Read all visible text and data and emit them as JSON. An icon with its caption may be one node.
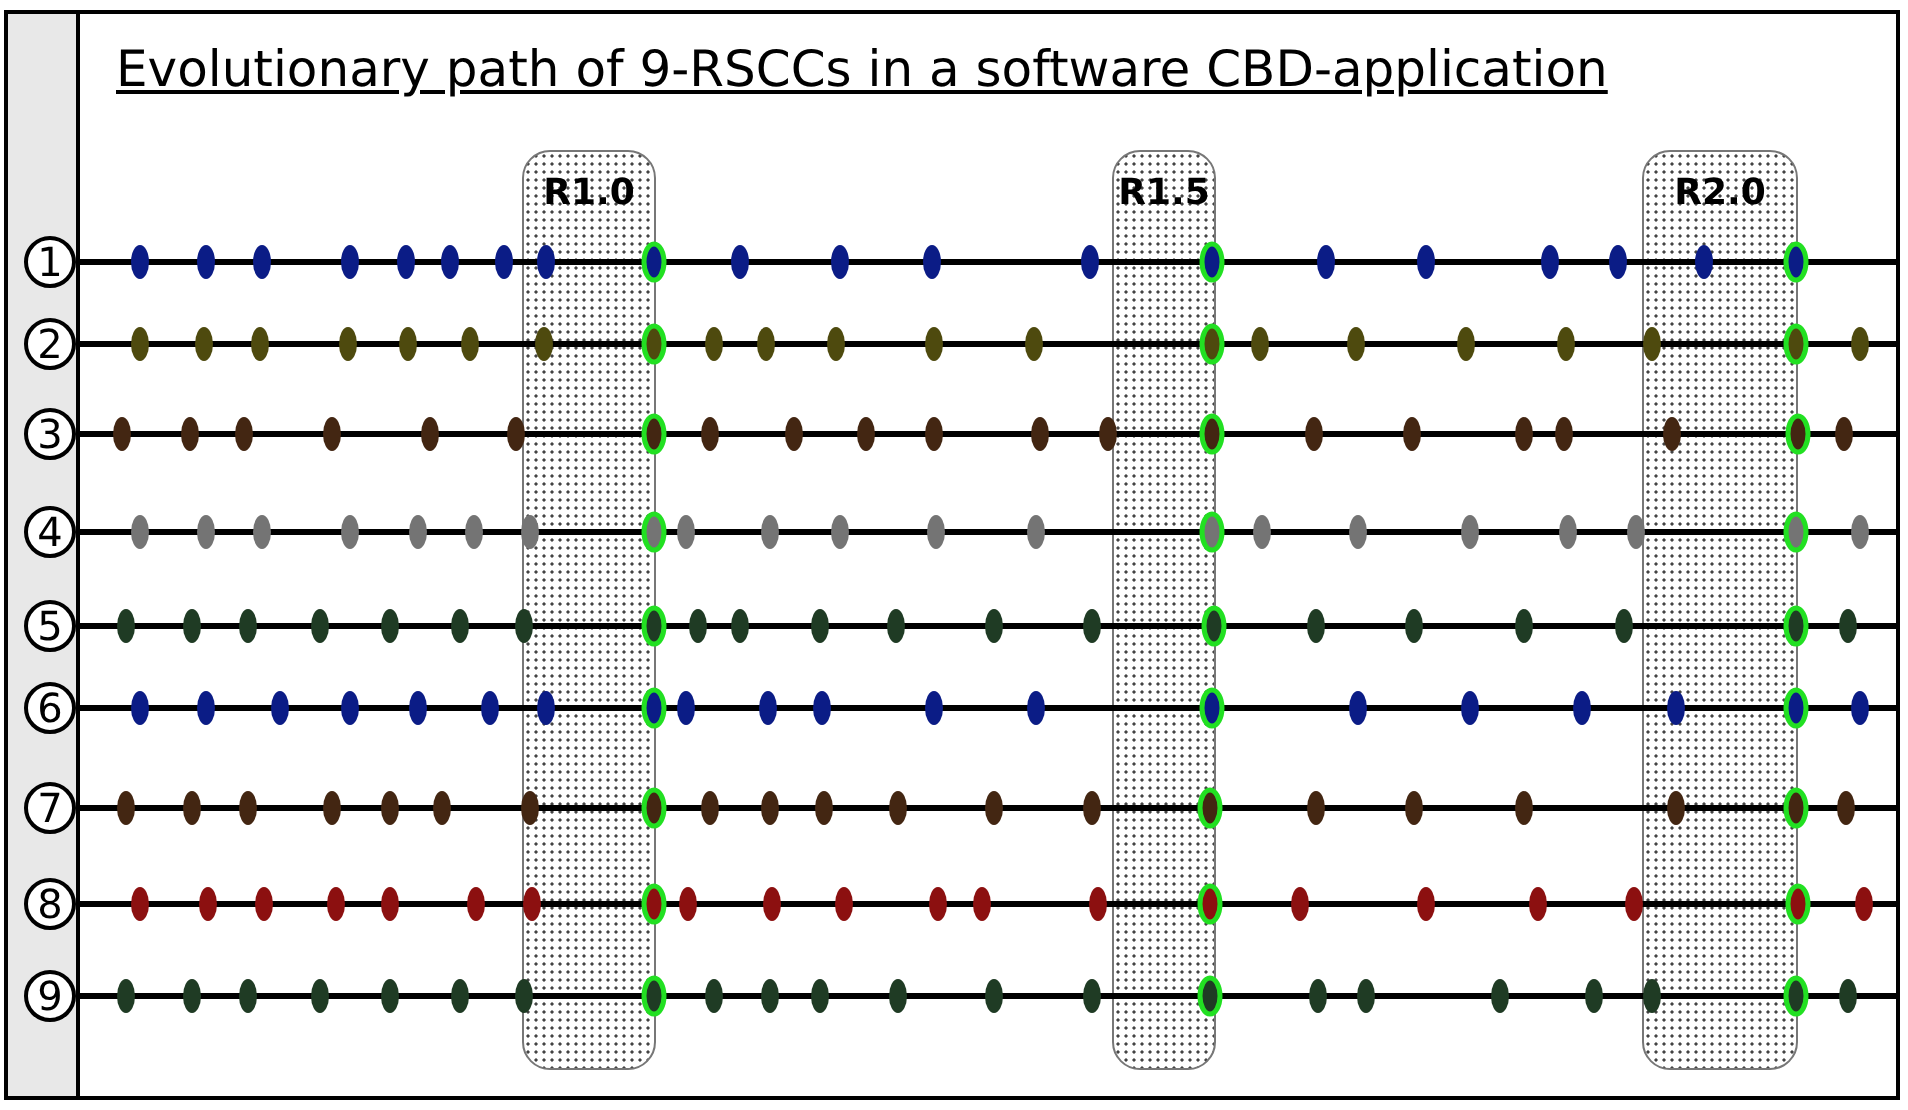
{
  "diagram": {
    "title": "Evolutionary path of 9-RSCCs in a software CBD-application",
    "nodes": [
      {
        "text": [
          "1"
        ]
      },
      {
        "text": [
          "2"
        ]
      },
      {
        "text": [
          "3"
        ]
      },
      {
        "text": [
          "4"
        ]
      },
      {
        "text": [
          "5"
        ]
      },
      {
        "text": [
          "6"
        ]
      },
      {
        "text": [
          "7"
        ]
      },
      {
        "text": [
          "8"
        ]
      },
      {
        "text": [
          "9"
        ]
      },
      {
        "text": [
          "R1.0"
        ]
      },
      {
        "text": [
          "R1.5"
        ]
      },
      {
        "text": [
          "R2.0"
        ]
      }
    ],
    "edges": [
      {
        "from": 0,
        "to": null,
        "arrow": "none"
      },
      {
        "from": 1,
        "to": null,
        "arrow": "none"
      },
      {
        "from": 2,
        "to": null,
        "arrow": "none"
      },
      {
        "from": 3,
        "to": null,
        "arrow": "none"
      },
      {
        "from": 4,
        "to": null,
        "arrow": "none"
      },
      {
        "from": 5,
        "to": null,
        "arrow": "none"
      },
      {
        "from": 6,
        "to": null,
        "arrow": "none"
      },
      {
        "from": 7,
        "to": null,
        "arrow": "none"
      },
      {
        "from": 8,
        "to": null,
        "arrow": "none"
      }
    ]
  }
}
